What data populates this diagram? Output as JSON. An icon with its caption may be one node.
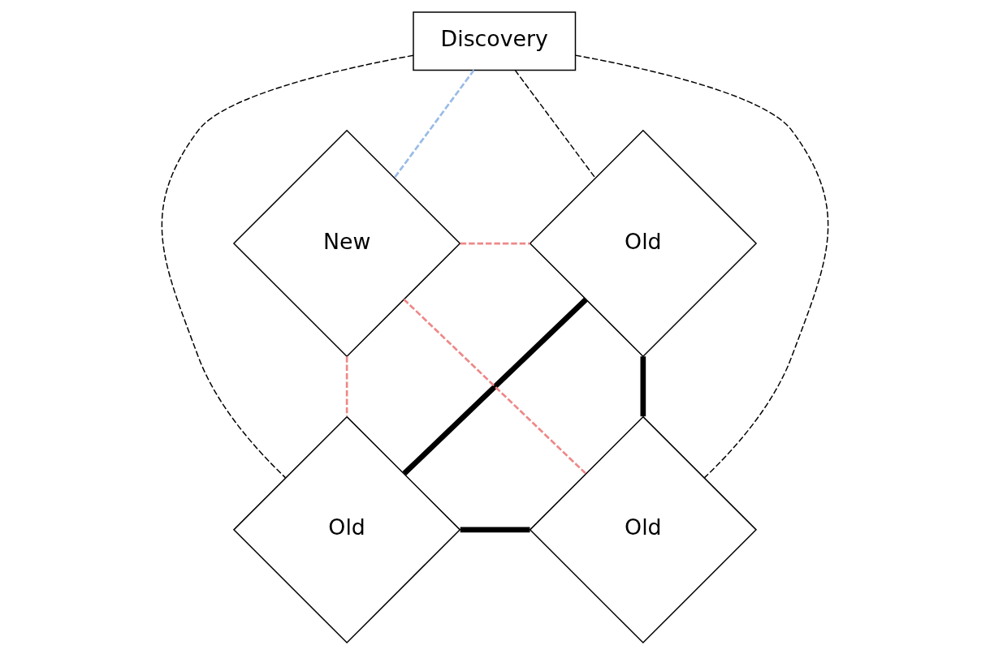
{
  "diagram": {
    "nodes": [
      {
        "text": [
          "Discovery"
        ]
      },
      {
        "text": [
          "Old"
        ]
      },
      {
        "text": [
          "New"
        ]
      },
      {
        "text": [
          "Old"
        ]
      },
      {
        "text": [
          "Old"
        ]
      }
    ],
    "edges": [
      {
        "from": 0,
        "to": 1,
        "arrow": "none",
        "style": "dashed"
      },
      {
        "from": 0,
        "to": 3,
        "arrow": "none",
        "style": "dashed"
      },
      {
        "from": 0,
        "to": 4,
        "arrow": "none",
        "style": "dashed"
      },
      {
        "from": 0,
        "to": 2,
        "arrow": "none",
        "style": "dashed",
        "color": "#99bbe6"
      },
      {
        "from": 1,
        "to": 3,
        "arrow": "none",
        "style": "thick"
      },
      {
        "from": 1,
        "to": 4,
        "arrow": "none",
        "style": "thick"
      },
      {
        "from": 3,
        "to": 4,
        "arrow": "none",
        "style": "thick"
      },
      {
        "from": 2,
        "to": 1,
        "arrow": "none",
        "style": "dashed",
        "color": "#ee8888"
      },
      {
        "from": 2,
        "to": 3,
        "arrow": "none",
        "style": "dashed",
        "color": "#ee8888"
      },
      {
        "from": 2,
        "to": 4,
        "arrow": "none",
        "style": "dashed",
        "color": "#ee8888"
      }
    ]
  }
}
